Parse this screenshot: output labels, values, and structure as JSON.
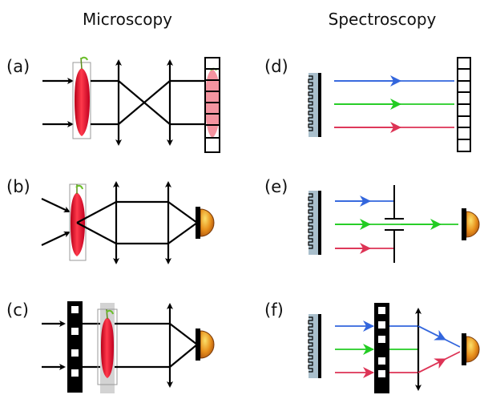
{
  "headers": {
    "left": "Microscopy",
    "right": "Spectroscopy"
  },
  "panels": {
    "a": "(a)",
    "b": "(b)",
    "c": "(c)",
    "d": "(d)",
    "e": "(e)",
    "f": "(f)"
  },
  "colors": {
    "blue": "#3366dd",
    "green": "#22cc22",
    "red": "#dd3355",
    "apple": "#e0102a",
    "detector": "#e8901c",
    "grating": "#a9bfcc"
  }
}
